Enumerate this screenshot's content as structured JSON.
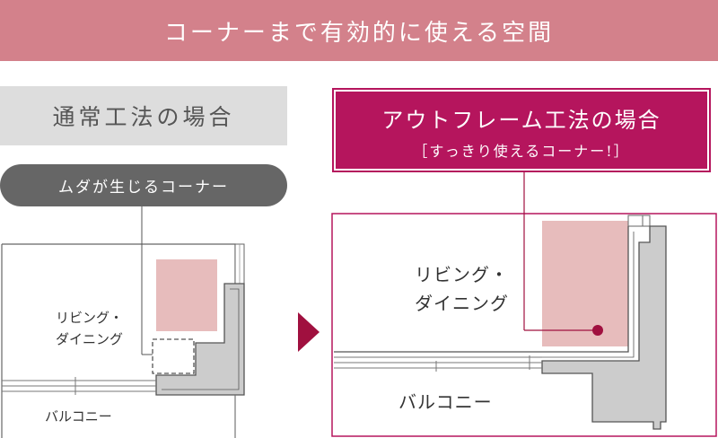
{
  "banner": {
    "title": "コーナーまで有効的に使える空間"
  },
  "normal": {
    "title": "通常工法の場合",
    "badge": "ムダが生じるコーナー",
    "room_line1": "リビング・",
    "room_line2": "ダイニング",
    "balcony": "バルコニー"
  },
  "outframe": {
    "title": "アウトフレーム工法の場合",
    "subtitle": "［すっきり使えるコーナー!］",
    "room_line1": "リビング・",
    "room_line2": "ダイニング",
    "balcony": "バルコニー"
  },
  "colors": {
    "banner": "#d3818b",
    "accent": "#b5155d",
    "usable_area": "#e7bcbc",
    "wall": "#cccccc",
    "normal_header": "#dddddd",
    "badge": "#666666"
  },
  "icons": {
    "arrow": "triangle-right-icon"
  }
}
